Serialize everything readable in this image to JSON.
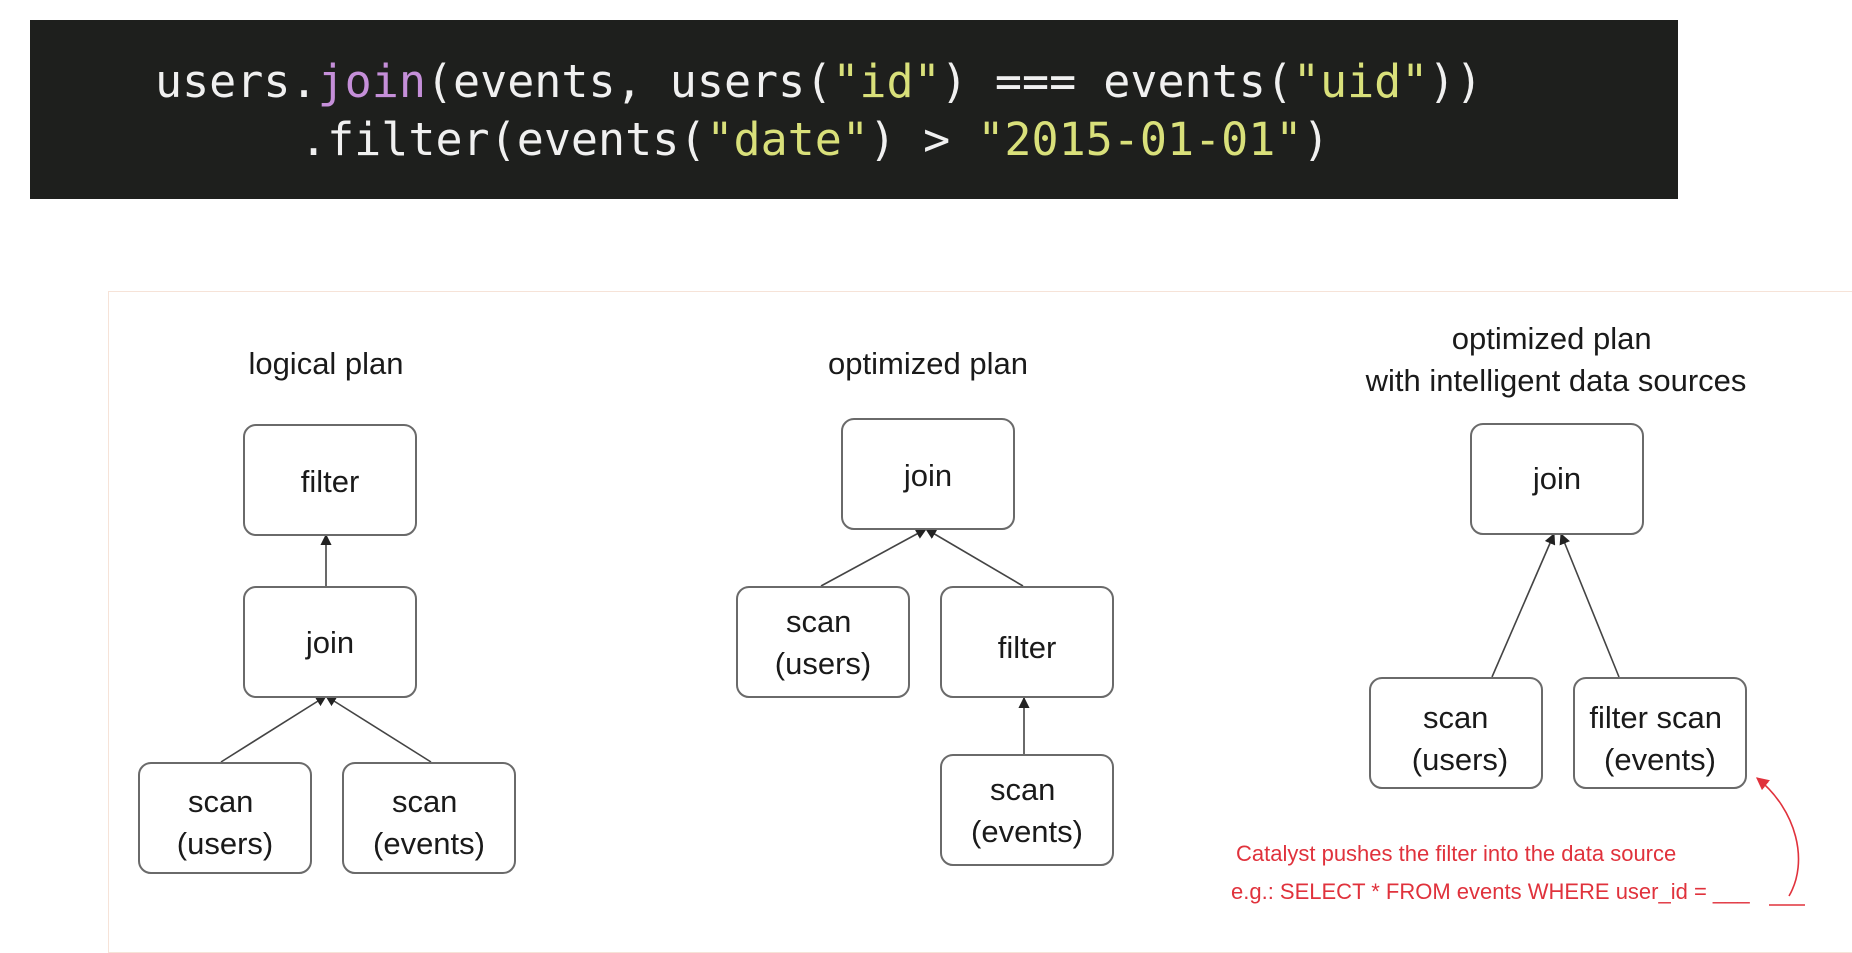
{
  "code": {
    "line1": [
      {
        "text": "users.",
        "kind": "plain"
      },
      {
        "text": "join",
        "kind": "method"
      },
      {
        "text": "(events, users(",
        "kind": "plain"
      },
      {
        "text": "\"id\"",
        "kind": "string"
      },
      {
        "text": ") === events(",
        "kind": "plain"
      },
      {
        "text": "\"uid\"",
        "kind": "string"
      },
      {
        "text": "))",
        "kind": "plain"
      }
    ],
    "line2": [
      {
        "text": ".filter(events(",
        "kind": "plain"
      },
      {
        "text": "\"date\"",
        "kind": "string"
      },
      {
        "text": ") > ",
        "kind": "plain"
      },
      {
        "text": "\"2015-01-01\"",
        "kind": "string"
      },
      {
        "text": ")",
        "kind": "plain"
      }
    ]
  },
  "plans": {
    "logical": {
      "title": [
        "logical plan"
      ],
      "nodes": {
        "filter": [
          "filter"
        ],
        "join": [
          "join"
        ],
        "scan_users": [
          "scan",
          "(users)"
        ],
        "scan_events": [
          "scan",
          "(events)"
        ]
      }
    },
    "optimized": {
      "title": [
        "optimized plan"
      ],
      "nodes": {
        "join": [
          "join"
        ],
        "scan_users": [
          "scan",
          "(users)"
        ],
        "filter": [
          "filter"
        ],
        "scan_events": [
          "scan",
          "(events)"
        ]
      }
    },
    "intelligent": {
      "title": [
        "optimized plan",
        "with intelligent data sources"
      ],
      "nodes": {
        "join": [
          "join"
        ],
        "scan_users": [
          "scan",
          "(users)"
        ],
        "filter_scan_events": [
          "filter scan",
          "(events)"
        ]
      }
    }
  },
  "annotation": {
    "line1": "Catalyst pushes the filter into the data source",
    "line2": "e.g.: SELECT * FROM events WHERE user_id = ___"
  },
  "colors": {
    "code_bg": "#1e1f1d",
    "code_text": "#f0f0f0",
    "code_method": "#c58fd9",
    "code_string": "#d9e07a",
    "annotation": "#e0323c"
  }
}
